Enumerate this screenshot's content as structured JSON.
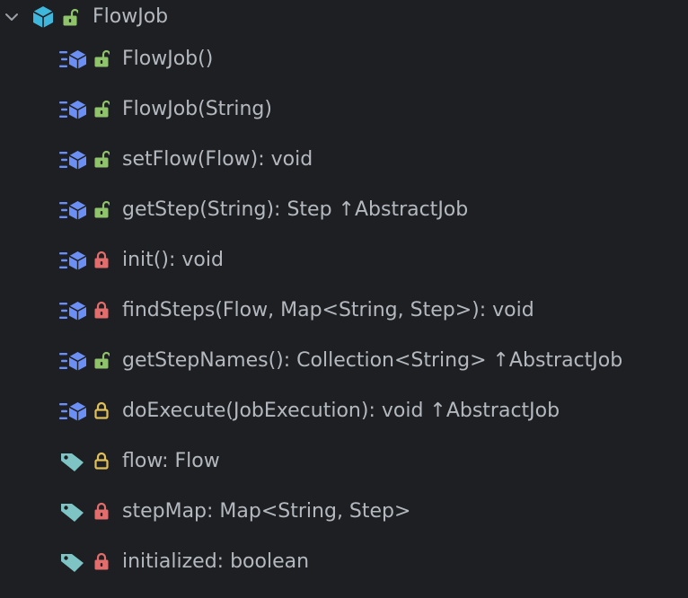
{
  "structure": {
    "root": {
      "label": "FlowJob",
      "icon": "class-icon",
      "visibility": "public",
      "expanded": true
    },
    "members": [
      {
        "label": "FlowJob()",
        "kind": "method",
        "visibility": "public"
      },
      {
        "label": "FlowJob(String)",
        "kind": "method",
        "visibility": "public"
      },
      {
        "label": "setFlow(Flow): void",
        "kind": "method",
        "visibility": "public"
      },
      {
        "label": "getStep(String): Step ↑AbstractJob",
        "kind": "method",
        "visibility": "public"
      },
      {
        "label": "init(): void",
        "kind": "method",
        "visibility": "private"
      },
      {
        "label": "findSteps(Flow, Map<String, Step>): void",
        "kind": "method",
        "visibility": "private"
      },
      {
        "label": "getStepNames(): Collection<String> ↑AbstractJob",
        "kind": "method",
        "visibility": "public"
      },
      {
        "label": "doExecute(JobExecution): void ↑AbstractJob",
        "kind": "method",
        "visibility": "protected"
      },
      {
        "label": "flow: Flow",
        "kind": "field",
        "visibility": "protected"
      },
      {
        "label": "stepMap: Map<String, Step>",
        "kind": "field",
        "visibility": "private"
      },
      {
        "label": "initialized: boolean",
        "kind": "field",
        "visibility": "private"
      }
    ]
  },
  "colors": {
    "background": "#1e1f22",
    "text": "#b4b8bf",
    "class_icon": "#3fb6dc",
    "method_icon": "#6b8ff5",
    "field_icon": "#7fc4c4",
    "public_lock": "#8fc46b",
    "private_lock": "#e36c6c",
    "protected_lock": "#e0c05a"
  }
}
